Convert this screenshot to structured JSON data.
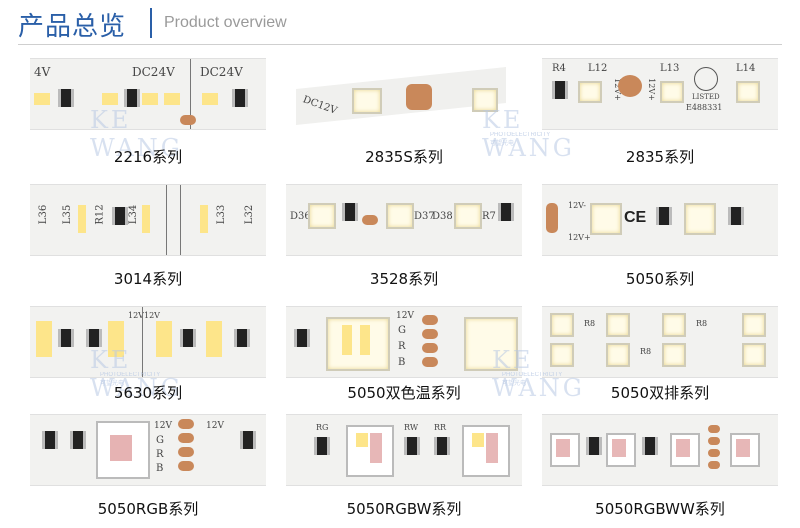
{
  "header": {
    "title_cn": "产品总览",
    "title_en": "Product overview"
  },
  "products": [
    {
      "label": "2216系列",
      "strip_text": [
        "4V",
        "DC24V",
        "DC24V"
      ]
    },
    {
      "label": "2835S系列",
      "strip_text": [
        "DC12V"
      ]
    },
    {
      "label": "2835系列",
      "strip_text": [
        "R4",
        "L12",
        "L13",
        "L14",
        "12V+",
        "12V+",
        "LISTED",
        "E488331"
      ]
    },
    {
      "label": "3014系列",
      "strip_text": [
        "L36",
        "L35",
        "R12",
        "L34",
        "L33",
        "L32"
      ]
    },
    {
      "label": "3528系列",
      "strip_text": [
        "D36",
        "D37",
        "D38",
        "R7"
      ]
    },
    {
      "label": "5050系列",
      "strip_text": [
        "12V-",
        "12V+",
        "CE"
      ]
    },
    {
      "label": "5630系列",
      "strip_text": [
        "12V",
        "12V"
      ]
    },
    {
      "label": "5050双色温系列",
      "strip_text": [
        "12V",
        "G",
        "R",
        "B"
      ]
    },
    {
      "label": "5050双排系列",
      "strip_text": [
        "R8",
        "R8",
        "R8"
      ]
    },
    {
      "label": "5050RGB系列",
      "strip_text": [
        "12V",
        "G",
        "R",
        "B",
        "12V"
      ]
    },
    {
      "label": "5050RGBW系列",
      "strip_text": [
        "RG",
        "RW",
        "RR"
      ]
    },
    {
      "label": "5050RGBWW系列",
      "strip_text": []
    }
  ],
  "watermark": {
    "brand": "KE WANG",
    "sub": "PHOTOELECTRICITY 可望光电"
  },
  "colors": {
    "accent": "#2a5fa8",
    "pad": "#c9885a",
    "strip_bg": "#f2f2f0"
  }
}
